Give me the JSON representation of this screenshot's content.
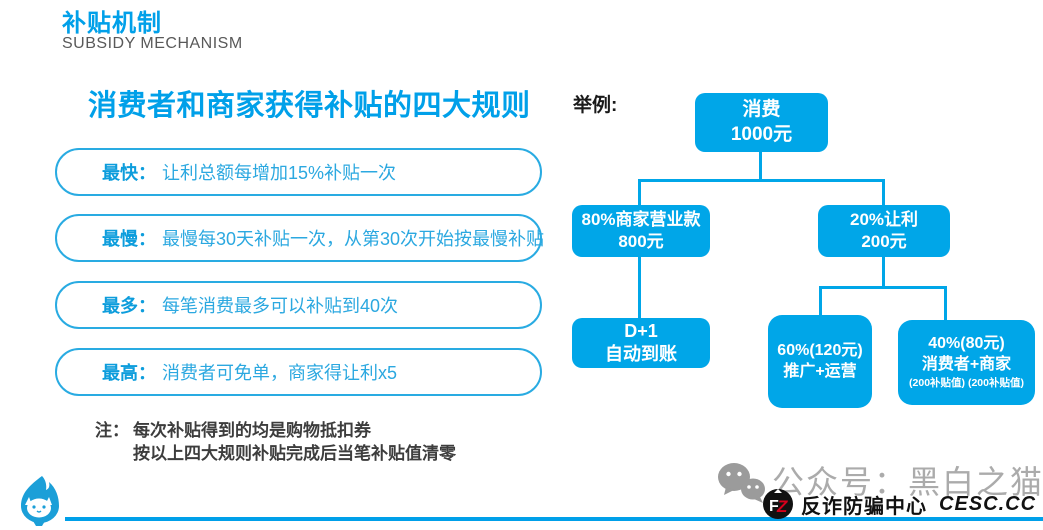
{
  "header": {
    "title_cn": "补贴机制",
    "title_en": "SUBSIDY MECHANISM"
  },
  "rules_panel": {
    "heading": "消费者和商家获得补贴的四大规则",
    "rules": [
      {
        "label": "最快：",
        "text": "让利总额每增加15%补贴一次"
      },
      {
        "label": "最慢：",
        "text": "最慢每30天补贴一次，从第30次开始按最慢补贴"
      },
      {
        "label": "最多：",
        "text": "每笔消费最多可以补贴到40次"
      },
      {
        "label": "最高：",
        "text": "消费者可免单，商家得让利x5"
      }
    ],
    "note_label": "注：",
    "note_lines": [
      "每次补贴得到的均是购物抵扣券",
      "按以上四大规则补贴完成后当笔补贴值清零"
    ]
  },
  "flow": {
    "example_label": "举例:",
    "nodes": {
      "root": {
        "lines": [
          "消费",
          "1000元"
        ]
      },
      "merchant": {
        "lines": [
          "80%商家营业款",
          "800元"
        ]
      },
      "rebate": {
        "lines": [
          "20%让利",
          "200元"
        ]
      },
      "dplus1": {
        "lines": [
          "D+1",
          "自动到账"
        ]
      },
      "promo": {
        "lines": [
          "60%(120元)",
          "推广+运营"
        ]
      },
      "consumer": {
        "lines": [
          "40%(80元)",
          "消费者+商家"
        ],
        "small": "(200补贴值) (200补贴值)"
      }
    }
  },
  "footer": {
    "watermark": "公众号：黑白之猫",
    "brand_name": "反诈防骗中心",
    "brand_site": "CESC.CC",
    "logo_letters": {
      "f": "F",
      "z": "Z"
    }
  },
  "colors": {
    "accent": "#00A6E8",
    "heading_blue": "#00A0E9",
    "rule_text": "#2BA8E0",
    "note_gray": "#3D3D3D",
    "watermark_gray": "#ABABAB"
  }
}
